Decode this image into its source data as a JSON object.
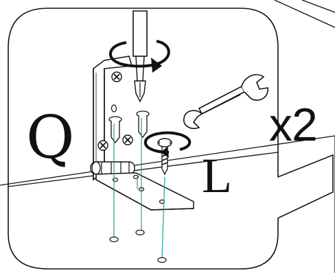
{
  "labels": {
    "part_q": "Q",
    "part_l": "L",
    "quantity": "x2"
  },
  "icons": [
    "screwdriver-icon",
    "wrench-icon",
    "rotation-arrow-icon"
  ],
  "colors": {
    "ink": "#111111",
    "guide_line": "#1aa39a",
    "background": "#ffffff"
  }
}
